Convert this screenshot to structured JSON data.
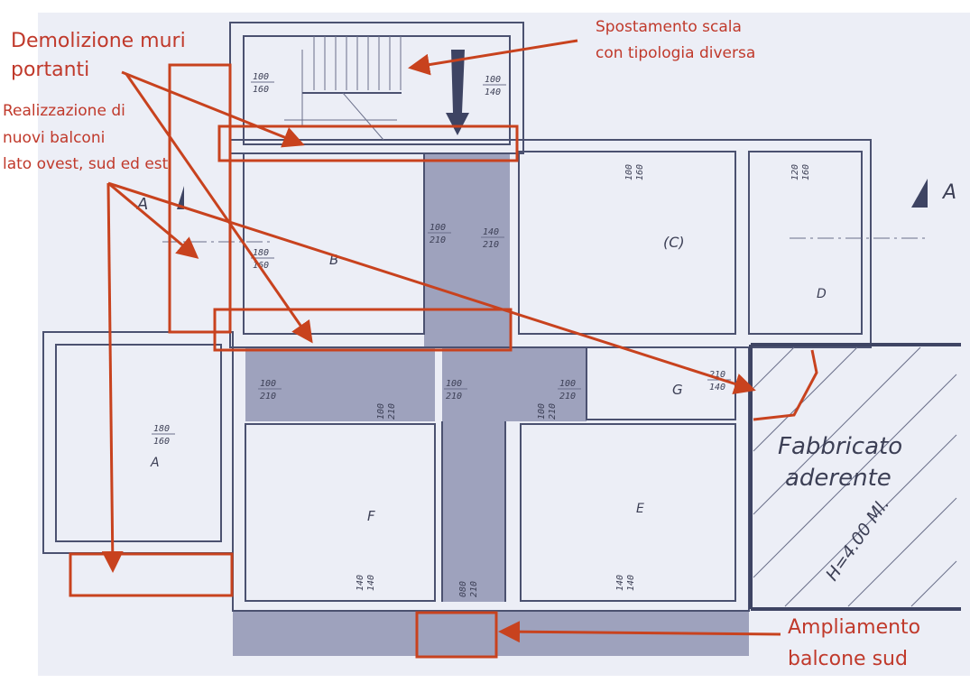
{
  "annotations": {
    "demolition": [
      "Demolizione muri",
      "portanti"
    ],
    "balconies": [
      "Realizzazione di",
      "nuovi balconi",
      "lato ovest, sud ed est"
    ],
    "stairs": [
      "Spostamento scala",
      "con tipologia diversa"
    ],
    "south_balcony": [
      "Ampliamento",
      "balcone sud"
    ]
  },
  "rooms": {
    "A": "A",
    "B": "B",
    "C": "(C)",
    "D": "D",
    "E": "E",
    "F": "F",
    "G": "G"
  },
  "section_labels": [
    "A",
    "A"
  ],
  "adjacent_building": {
    "line1": "Fabbricato",
    "line2": "aderente",
    "height": "H=4.00 Ml."
  },
  "openings": [
    {
      "w": "100",
      "h": "160"
    },
    {
      "w": "100",
      "h": "140"
    },
    {
      "w": "100",
      "h": "210"
    },
    {
      "w": "140",
      "h": "210"
    },
    {
      "w": "180",
      "h": "160"
    },
    {
      "w": "100",
      "h": "210"
    },
    {
      "w": "100",
      "h": "210"
    },
    {
      "w": "100",
      "h": "210"
    },
    {
      "w": "100",
      "h": "210"
    },
    {
      "w": "100",
      "h": "210"
    },
    {
      "w": "100",
      "h": "160"
    },
    {
      "w": "120",
      "h": "160"
    },
    {
      "w": "210",
      "h": "140"
    },
    {
      "w": "180",
      "h": "160"
    },
    {
      "w": "140",
      "h": "140"
    },
    {
      "w": "140",
      "h": "140"
    },
    {
      "w": "080",
      "h": "210"
    }
  ],
  "colors": {
    "annotation": "#c8421e",
    "paper": "#eceef6",
    "ink": "#4b5170",
    "shaded": "#9ea2bd"
  }
}
